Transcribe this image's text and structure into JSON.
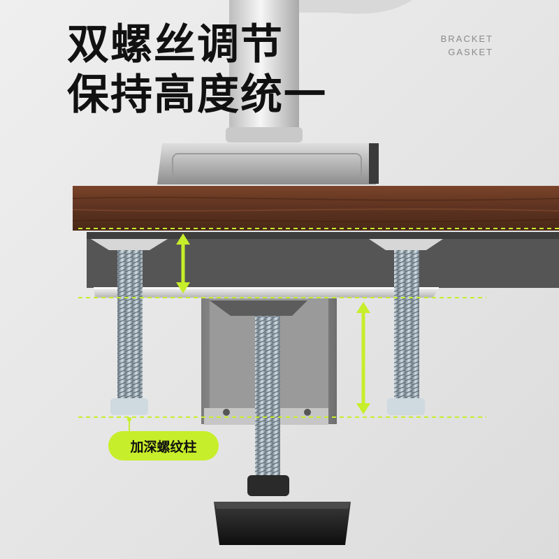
{
  "headline": {
    "line1": "双螺丝调节",
    "line2": "保持高度统一"
  },
  "brand": {
    "line1": "BRACKET",
    "line2": "GASKET"
  },
  "callout": {
    "label": "加深螺纹柱"
  },
  "colors": {
    "accent": "#c7ee2a",
    "wood": "#6b3a24",
    "metal": "#c9cbce",
    "knob": "#1c1c1c"
  }
}
